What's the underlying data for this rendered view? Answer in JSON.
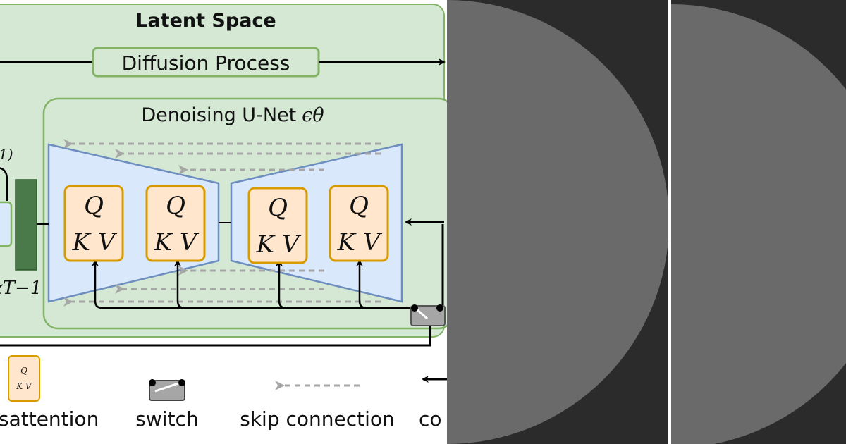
{
  "diagram": {
    "latent_title": "Latent Space",
    "diffusion_label": "Diffusion Process",
    "unet_title": "Denoising U-Net",
    "unet_symbol": "ϵθ",
    "qkv_q": "Q",
    "qkv_kv": "K V",
    "latent_fragment": "1)",
    "z_label": "zT−1"
  },
  "legend": {
    "items": [
      {
        "label": "sattention"
      },
      {
        "label": "switch"
      },
      {
        "label": "skip connection"
      },
      {
        "label": "co"
      }
    ]
  },
  "colors": {
    "latent_bg": "#d5e8d4",
    "latent_border": "#82b366",
    "unet_fill": "#dae8fc",
    "unet_border": "#6c8ebf",
    "qkv_fill": "#ffe6cc",
    "qkv_border": "#d79b00",
    "dark_green": "#4a7a4a",
    "skip_gray": "#a6a6a6",
    "panel_bg": "#2b2b2b",
    "panel_disc": "#6a6a6a"
  }
}
